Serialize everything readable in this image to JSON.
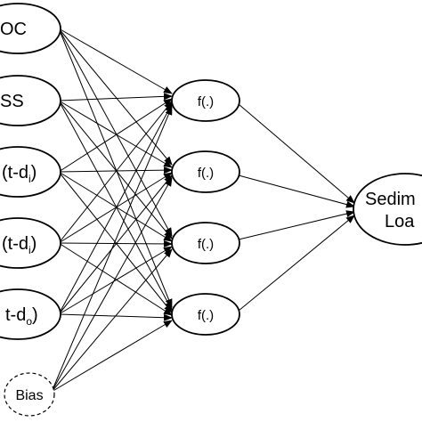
{
  "inputs": [
    {
      "id": "in-1",
      "text": "OC"
    },
    {
      "id": "in-2",
      "text": "SS"
    },
    {
      "id": "in-3",
      "text": "(t-d",
      "sub": "i",
      "close": ")"
    },
    {
      "id": "in-4",
      "text": "(t-d",
      "sub": "i",
      "close": ")"
    },
    {
      "id": "in-5",
      "text": "t-d",
      "sub": "o",
      "close": ")"
    }
  ],
  "bias": {
    "text": "Bias"
  },
  "hidden": [
    {
      "id": "h-1",
      "text": "f(.)"
    },
    {
      "id": "h-2",
      "text": "f(.)"
    },
    {
      "id": "h-3",
      "text": "f(.)"
    },
    {
      "id": "h-4",
      "text": "f(.)"
    }
  ],
  "output": {
    "line1": "Sedim",
    "line2": "Loa"
  }
}
